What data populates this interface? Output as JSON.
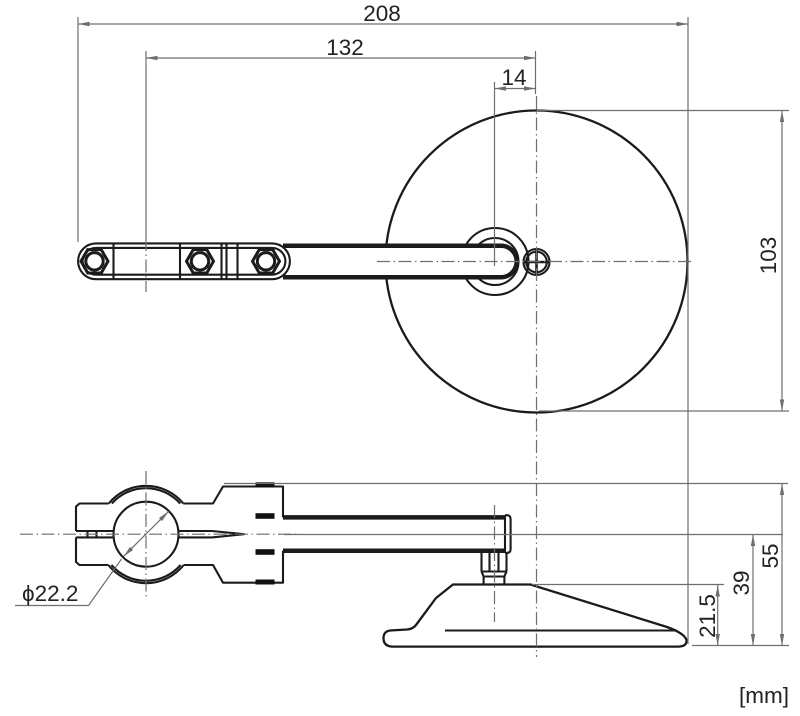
{
  "drawing": {
    "units_label": "[mm]",
    "dimensions": {
      "overall_width": "208",
      "mount_center_to_mirror_center": "132",
      "mirror_center_offset": "14",
      "mirror_height": "103",
      "clamp_bore_diameter": "ϕ22.2",
      "overall_height": "55",
      "bar_center_to_base_bottom": "39",
      "base_height": "21.5"
    },
    "colors": {
      "outline": "#1b1b1b",
      "dimension_lines": "#6f6f6f",
      "text": "#222222",
      "background": "#ffffff"
    }
  }
}
